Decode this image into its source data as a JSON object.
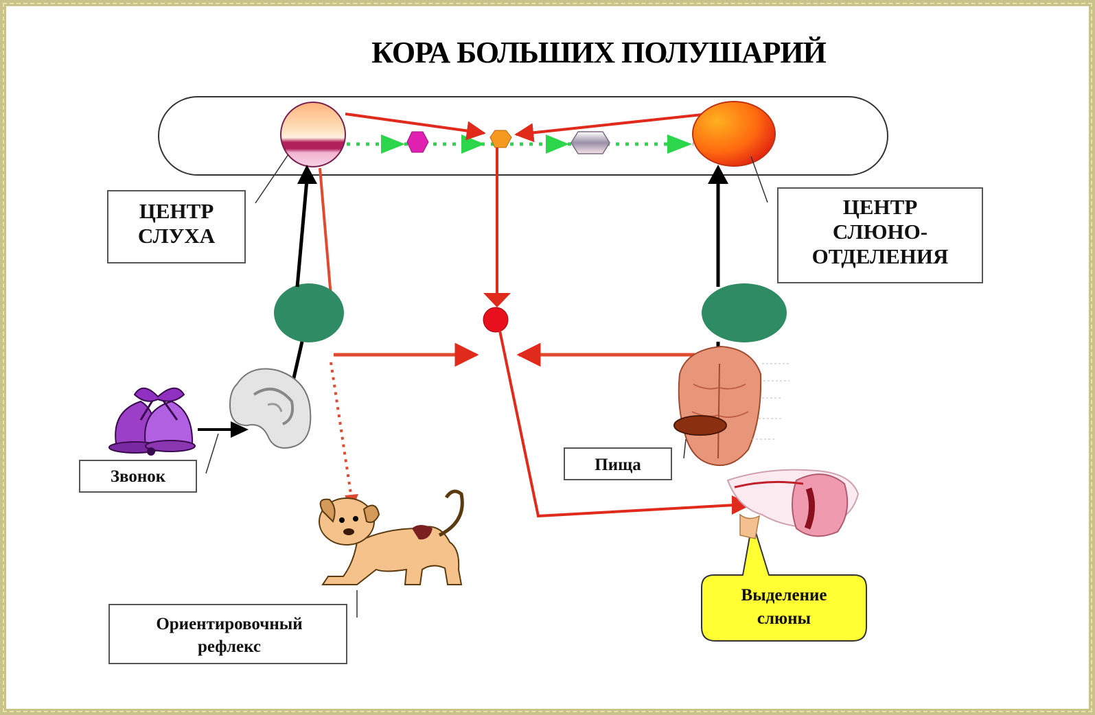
{
  "title": "КОРА БОЛЬШИХ ПОЛУШАРИЙ",
  "labels": {
    "hearing_center": [
      "ЦЕНТР",
      "СЛУХА"
    ],
    "salivation_center": [
      "ЦЕНТР",
      "СЛЮНО-",
      "ОТДЕЛЕНИЯ"
    ],
    "bell": "Звонок",
    "food": "Пища",
    "orienting_reflex": [
      "Ориентировочный",
      "рефлекс"
    ],
    "salivation": [
      "Выделение",
      "слюны"
    ]
  },
  "colors": {
    "frame": "#c9c28a",
    "pathway_red": "#e02a1c",
    "neuron_green": "#2e8b63",
    "dotted_green": "#2bd64a",
    "arrow_black": "#000000",
    "callout_yellow": "#ffff33",
    "salivation_center_fill": "#ff7a10",
    "hub_orange": "#f59a20",
    "magenta_node": "#e020b0"
  },
  "icons": [
    "bell-icon",
    "ear-icon",
    "dog-icon",
    "tongue-icon",
    "salivary-gland-icon"
  ]
}
